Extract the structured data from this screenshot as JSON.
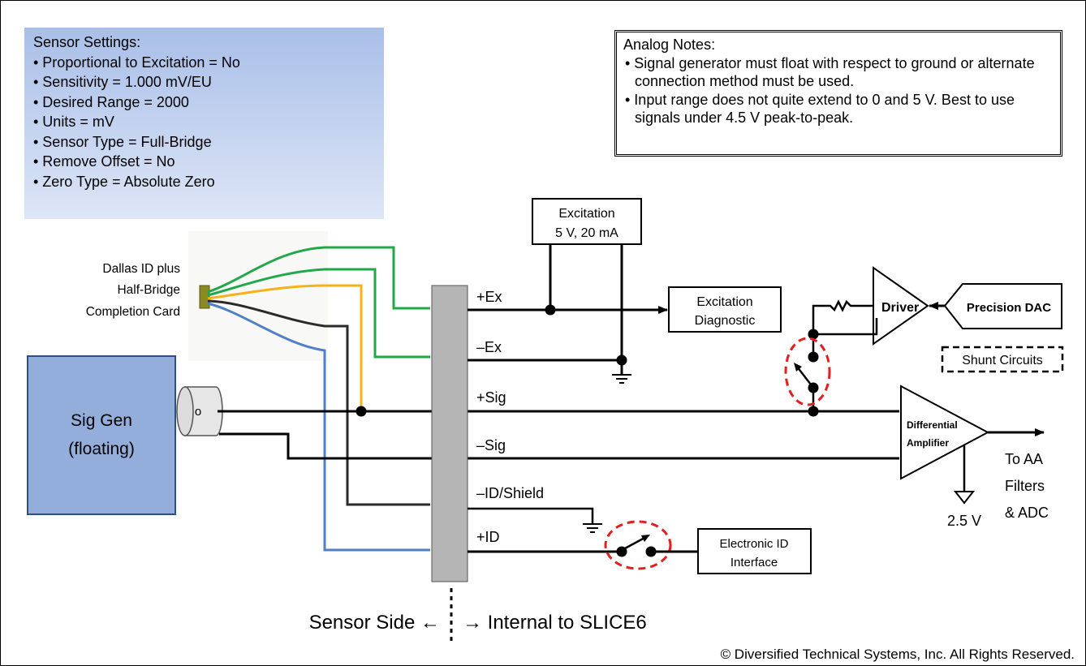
{
  "sensor_settings": {
    "title": "Sensor Settings:",
    "items": [
      "• Proportional to Excitation = No",
      "• Sensitivity = 1.000 mV/EU",
      "• Desired Range = 2000",
      "• Units = mV",
      "• Sensor Type = Full-Bridge",
      "• Remove Offset = No",
      "• Zero Type = Absolute Zero"
    ]
  },
  "analog_notes": {
    "title": "Analog Notes:",
    "items": [
      "• Signal generator must float with respect to ground or alternate connection method must be used.",
      "• Input range does not quite extend to 0 and 5 V. Best to use signals under 4.5 V peak-to-peak."
    ]
  },
  "card_label": [
    "Dallas ID plus",
    "Half-Bridge",
    "Completion Card"
  ],
  "sig_gen": [
    "Sig Gen",
    "(floating)"
  ],
  "connector_symbol": "o",
  "pins": [
    "+Ex",
    "–Ex",
    "+Sig",
    "–Sig",
    "–ID/Shield",
    "+ID"
  ],
  "excitation": [
    "Excitation",
    "5 V, 20 mA"
  ],
  "excitation_diagnostic": [
    "Excitation",
    "Diagnostic"
  ],
  "driver": "Driver",
  "precision_dac": "Precision DAC",
  "shunt_circuits": "Shunt Circuits",
  "amplifier": [
    "Differential",
    "Amplifier"
  ],
  "amp_reference": "2.5 V",
  "output_label": [
    "To AA",
    "Filters",
    "& ADC"
  ],
  "electronic_id": [
    "Electronic ID",
    "Interface"
  ],
  "sensor_side": "Sensor Side ←",
  "internal_side": "→ Internal to SLICE6",
  "copyright": "© Diversified Technical Systems, Inc.  All Rights Reserved.",
  "colors": {
    "wire": "#000000",
    "green_wire": "#22a84a",
    "orange_wire": "#f5b21a",
    "brown_wire": "#4a3a30",
    "blue_wire": "#4f7fc4",
    "sig_gen_fill": "#93aedb",
    "connector_bar": "#b5b5b5",
    "switch_highlight": "#e02020"
  }
}
